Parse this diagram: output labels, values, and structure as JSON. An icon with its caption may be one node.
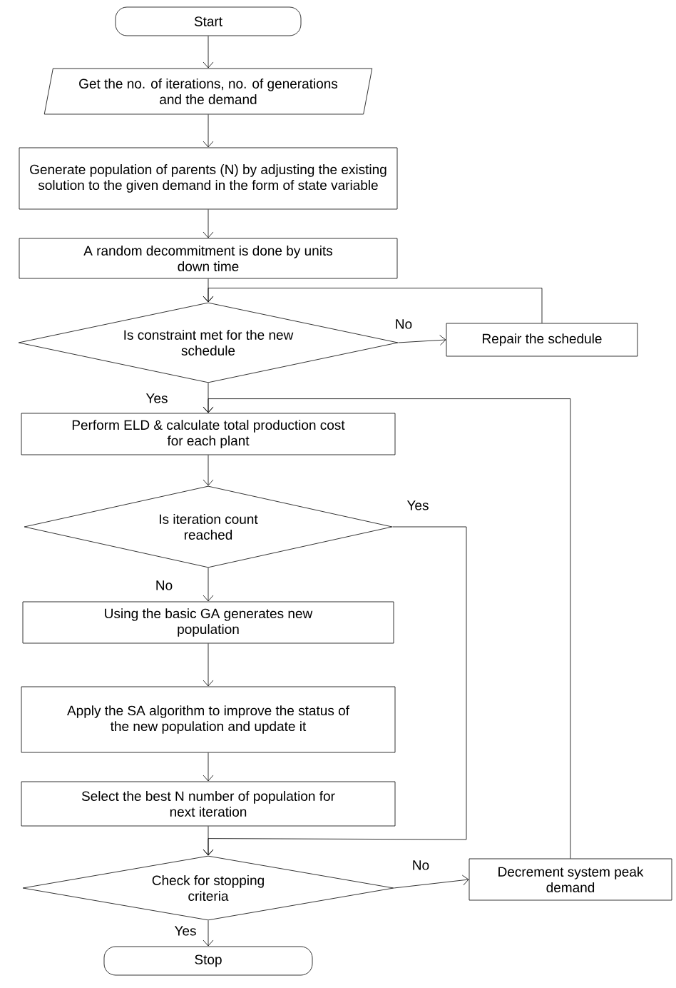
{
  "diagram": {
    "nodes": [
      {
        "text": [
          "Start"
        ]
      },
      {
        "text": [
          "Get the no. of iterations, no. of generations and the demand"
        ]
      },
      {
        "text": [
          "Generate population of parents (N) by adjusting the existing solution to the given demand in the form of state variable"
        ]
      },
      {
        "text": [
          "A random decommitment is done by units down time"
        ]
      },
      {
        "text": [
          "Is constraint met for the new schedule"
        ]
      },
      {
        "text": [
          "Repair the schedule"
        ]
      },
      {
        "text": [
          "Perform ELD & calculate total production cost for each plant"
        ]
      },
      {
        "text": [
          "Is iteration count reached"
        ]
      },
      {
        "text": [
          "Using the basic GA generates new population"
        ]
      },
      {
        "text": [
          "Apply the SA algorithm to improve the status of the new population and update it"
        ]
      },
      {
        "text": [
          "Select the best N number of population for next iteration"
        ]
      },
      {
        "text": [
          "Check for stopping criteria"
        ]
      },
      {
        "text": [
          "Decrement system peak demand"
        ]
      },
      {
        "text": [
          "Stop"
        ]
      }
    ],
    "edges": [
      {
        "from": 0,
        "to": 1,
        "arrow": "to"
      },
      {
        "from": 1,
        "to": 2,
        "arrow": "to"
      },
      {
        "from": 2,
        "to": 3,
        "arrow": "to"
      },
      {
        "from": 3,
        "to": 4,
        "arrow": "to"
      },
      {
        "from": 4,
        "to": 5,
        "arrow": "to",
        "label": "No"
      },
      {
        "from": 5,
        "to": 4,
        "arrow": "to"
      },
      {
        "from": 4,
        "to": 6,
        "arrow": "to",
        "label": "Yes"
      },
      {
        "from": 6,
        "to": 7,
        "arrow": "to"
      },
      {
        "from": 7,
        "to": 8,
        "arrow": "to",
        "label": "No"
      },
      {
        "from": 7,
        "to": 11,
        "arrow": "to",
        "label": "Yes"
      },
      {
        "from": 8,
        "to": 9,
        "arrow": "to"
      },
      {
        "from": 9,
        "to": 10,
        "arrow": "to"
      },
      {
        "from": 10,
        "to": 11,
        "arrow": "to"
      },
      {
        "from": 11,
        "to": 12,
        "arrow": "to",
        "label": "No"
      },
      {
        "from": 11,
        "to": 13,
        "arrow": "to",
        "label": "Yes"
      },
      {
        "from": 12,
        "to": 6,
        "arrow": "to"
      }
    ]
  }
}
